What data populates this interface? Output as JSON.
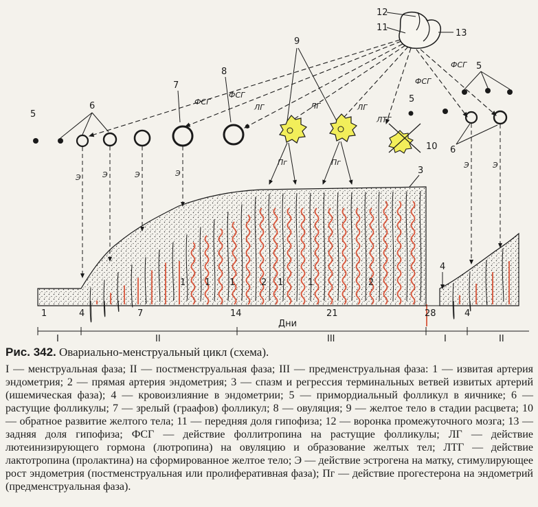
{
  "figure": {
    "numbers": {
      "n12": "12",
      "n11": "11",
      "n13": "13",
      "n9": "9",
      "n5_left": "5",
      "n6_left": "6",
      "n7": "7",
      "n8": "8",
      "n5_mid": "5",
      "n10": "10",
      "n5_right": "5",
      "n6_right": "6",
      "n3": "3",
      "n4": "4"
    },
    "hormones": {
      "fsg_left": "ФСГ",
      "fsg_mid": "ФСГ",
      "fsg_right1": "ФСГ",
      "fsg_right2": "ФСГ",
      "lg1": "ЛГ",
      "lg2": "ЛГ",
      "lg3": "ЛГ",
      "ltg": "ЛТГ",
      "e": "Э",
      "pg": "Пг"
    },
    "bottom_numbers": {
      "d1": "1",
      "d4": "4",
      "d7": "7",
      "d14": "14",
      "d21": "21",
      "d28": "28",
      "d4b": "4",
      "a1": "1",
      "a2": "2"
    },
    "days_label": "Дни",
    "phases": [
      "I",
      "II",
      "III",
      "I",
      "II"
    ]
  },
  "caption": {
    "title_bold": "Рис. 342.",
    "title_text": " Овариально-менструальный цикл (схема).",
    "body": "I — менструальная фаза; II — постменструальная фаза; III — предменструальная фаза: 1 — извитая артерия эндометрия; 2 — прямая артерия эндометрия; 3 — спазм и регрессия терминальных ветвей извитых артерий (ишемическая фаза); 4 — кровоизлияние в эндометрии; 5 — примордиальный фолликул в яичнике; 6 — растущие фолликулы; 7 — зрелый (граафов) фолликул; 8 — овуляция; 9 — желтое тело в стадии расцвета; 10 — обратное развитие желтого тела; 11 — передняя доля гипофиза; 12 — воронка промежуточного мозга; 13 — задняя доля гипофиза; ФСГ — действие фоллитропина на растущие фолликулы; ЛГ — действие лютеинизирующего гормона (лютропина) на овуляцию и образование желтых тел; ЛТГ — действие лактотропина (пролактина) на сформированное желтое тело; Э — действие эстрогена на матку, стимулирующее рост эндометрия (постменструальная или пролиферативная фаза); Пг — действие прогестерона на эндометрий (предменструальная фаза)."
  },
  "colors": {
    "artery": "#d8553a",
    "corpus_luteum": "#f2ee5a",
    "ink": "#1a1a1a",
    "paper": "#f4f2ec"
  }
}
